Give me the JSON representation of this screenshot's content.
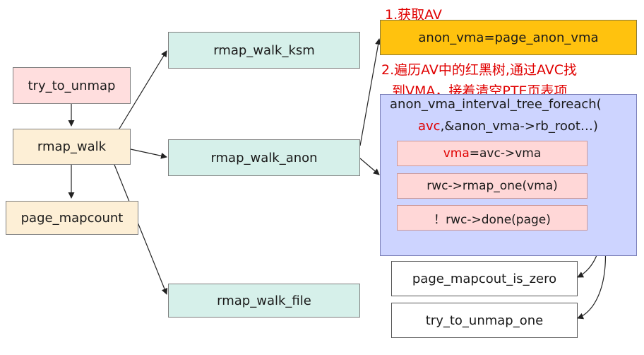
{
  "left_column": {
    "try_to_unmap": "try_to_unmap",
    "rmap_walk": "rmap_walk",
    "page_mapcount": "page_mapcount"
  },
  "middle_column": {
    "rmap_walk_ksm": "rmap_walk_ksm",
    "rmap_walk_anon": "rmap_walk_anon",
    "rmap_walk_file": "rmap_walk_file"
  },
  "annotations": {
    "step1": "1.获取AV",
    "step2_line1": "2.遍历AV中的红黑树,通过AVC找",
    "step2_line2": "到VMA，接着清空PTE页表项"
  },
  "right_column": {
    "anon_vma_box": "anon_vma=page_anon_vma",
    "loop_line1": "anon_vma_interval_tree_foreach(",
    "loop_line2_red": "avc",
    "loop_line2_rest": ",&anon_vma->rb_root…)",
    "vma_red": "vma",
    "vma_rest": "=avc->vma",
    "rmap_one": "rwc->rmap_one(vma)",
    "done": "！rwc->done(page)",
    "page_mapcout_is_zero": "page_mapcout_is_zero",
    "try_to_unmap_one": "try_to_unmap_one"
  }
}
